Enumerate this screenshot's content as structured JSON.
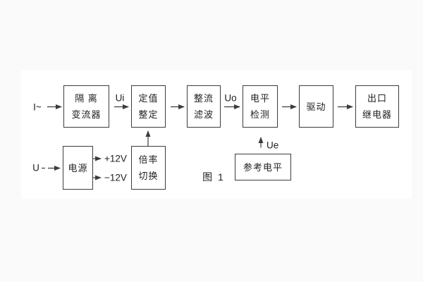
{
  "figure": {
    "caption": "图 1",
    "colors": {
      "line": "#3c3c3c",
      "text": "#212121",
      "page_background": "#fafafa",
      "paper_background": "#ffffff"
    },
    "inputs": {
      "current": "I~",
      "voltage": "U"
    },
    "signals": {
      "ui": "Ui",
      "uo": "Uo",
      "ue": "Ue",
      "plus12": "+12V",
      "minus12": "−12V"
    },
    "blocks": {
      "isolation": {
        "line1": "隔 离",
        "line2": "变流器"
      },
      "setpoint": {
        "line1": "定值",
        "line2": "整定"
      },
      "rectifier_filter": {
        "line1": "整流",
        "line2": "滤波"
      },
      "level_detect": {
        "line1": "电平",
        "line2": "检测"
      },
      "drive": {
        "line1": "驱动"
      },
      "output_relay": {
        "line1": "出口",
        "line2": "继电器"
      },
      "power": {
        "line1": "电源"
      },
      "ratio_switch": {
        "line1": "倍率",
        "line2": "切换"
      },
      "reference_level": {
        "line1": "参考电平"
      }
    }
  }
}
